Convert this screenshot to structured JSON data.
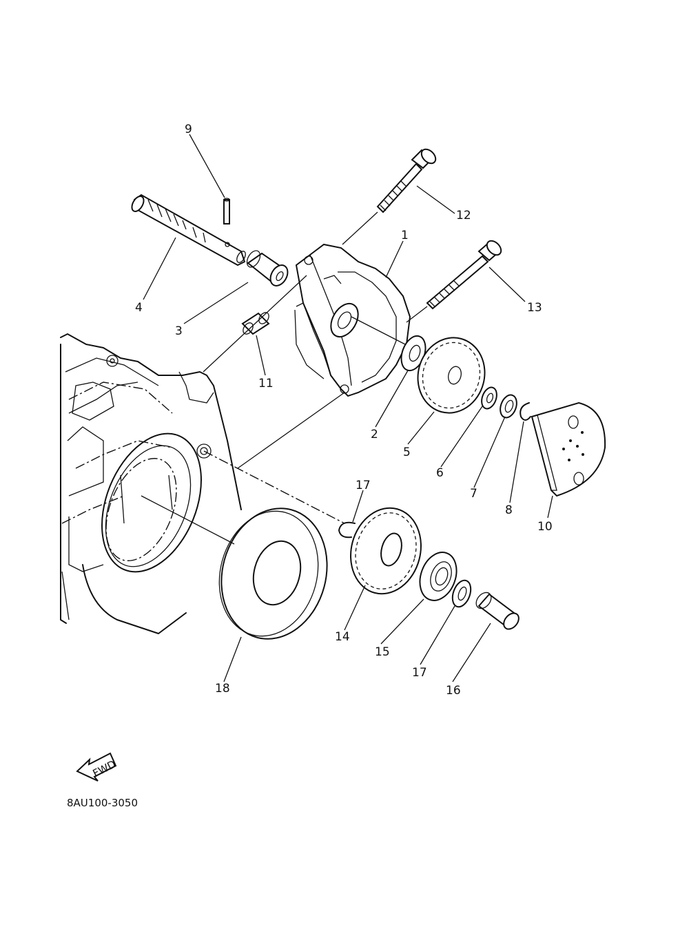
{
  "diagram": {
    "callouts": [
      {
        "id": "1",
        "label": "1"
      },
      {
        "id": "2",
        "label": "2"
      },
      {
        "id": "3",
        "label": "3"
      },
      {
        "id": "4",
        "label": "4"
      },
      {
        "id": "5",
        "label": "5"
      },
      {
        "id": "6",
        "label": "6"
      },
      {
        "id": "7",
        "label": "7"
      },
      {
        "id": "8",
        "label": "8"
      },
      {
        "id": "9",
        "label": "9"
      },
      {
        "id": "10",
        "label": "10"
      },
      {
        "id": "11",
        "label": "11"
      },
      {
        "id": "12",
        "label": "12"
      },
      {
        "id": "13",
        "label": "13"
      },
      {
        "id": "14",
        "label": "14"
      },
      {
        "id": "15",
        "label": "15"
      },
      {
        "id": "16",
        "label": "16"
      },
      {
        "id": "17a",
        "label": "17"
      },
      {
        "id": "17b",
        "label": "17"
      },
      {
        "id": "18",
        "label": "18"
      }
    ],
    "fwd_label": "FWD",
    "part_code": "8AU100-3050"
  }
}
